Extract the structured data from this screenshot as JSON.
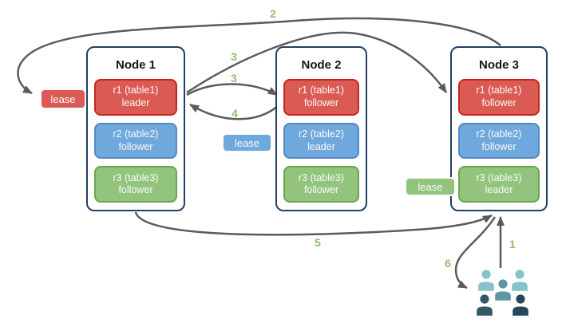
{
  "colors": {
    "red_fill": "#db5a53",
    "red_border": "#c5261e",
    "blue_fill": "#6fa8dc",
    "blue_border": "#5588c7",
    "green_fill": "#93c47d",
    "green_border": "#67a84f",
    "node_border": "#233f63",
    "arrow": "#5b5b5b",
    "step_number": "#8dbf6f",
    "title_text": "#161616",
    "box_text": "#fafafa",
    "user_light": "#87c4ca",
    "user_mid": "#6096a4",
    "user_dark1": "#32586a",
    "user_dark2": "#28475c"
  },
  "nodes": [
    {
      "title": "Node 1",
      "replicas": [
        {
          "line1": "r1 (table1)",
          "line2": "leader"
        },
        {
          "line1": "r2 (table2)",
          "line2": "follower"
        },
        {
          "line1": "r3 (table3)",
          "line2": "follower"
        }
      ]
    },
    {
      "title": "Node 2",
      "replicas": [
        {
          "line1": "r1 (table1)",
          "line2": "follower"
        },
        {
          "line1": "r2 (table2)",
          "line2": "leader"
        },
        {
          "line1": "r3 (table3)",
          "line2": "follower"
        }
      ]
    },
    {
      "title": "Node 3",
      "replicas": [
        {
          "line1": "r1 (table1)",
          "line2": "follower"
        },
        {
          "line1": "r2 (table2)",
          "line2": "follower"
        },
        {
          "line1": "r3 (table3)",
          "line2": "leader"
        }
      ]
    }
  ],
  "leases": [
    {
      "label": "lease",
      "color": "red"
    },
    {
      "label": "lease",
      "color": "blue"
    },
    {
      "label": "lease",
      "color": "green"
    }
  ],
  "steps": [
    {
      "num": "1"
    },
    {
      "num": "2"
    },
    {
      "num": "3"
    },
    {
      "num": "3"
    },
    {
      "num": "4"
    },
    {
      "num": "5"
    },
    {
      "num": "6"
    }
  ],
  "icons": {
    "users": "user-group-icon"
  }
}
